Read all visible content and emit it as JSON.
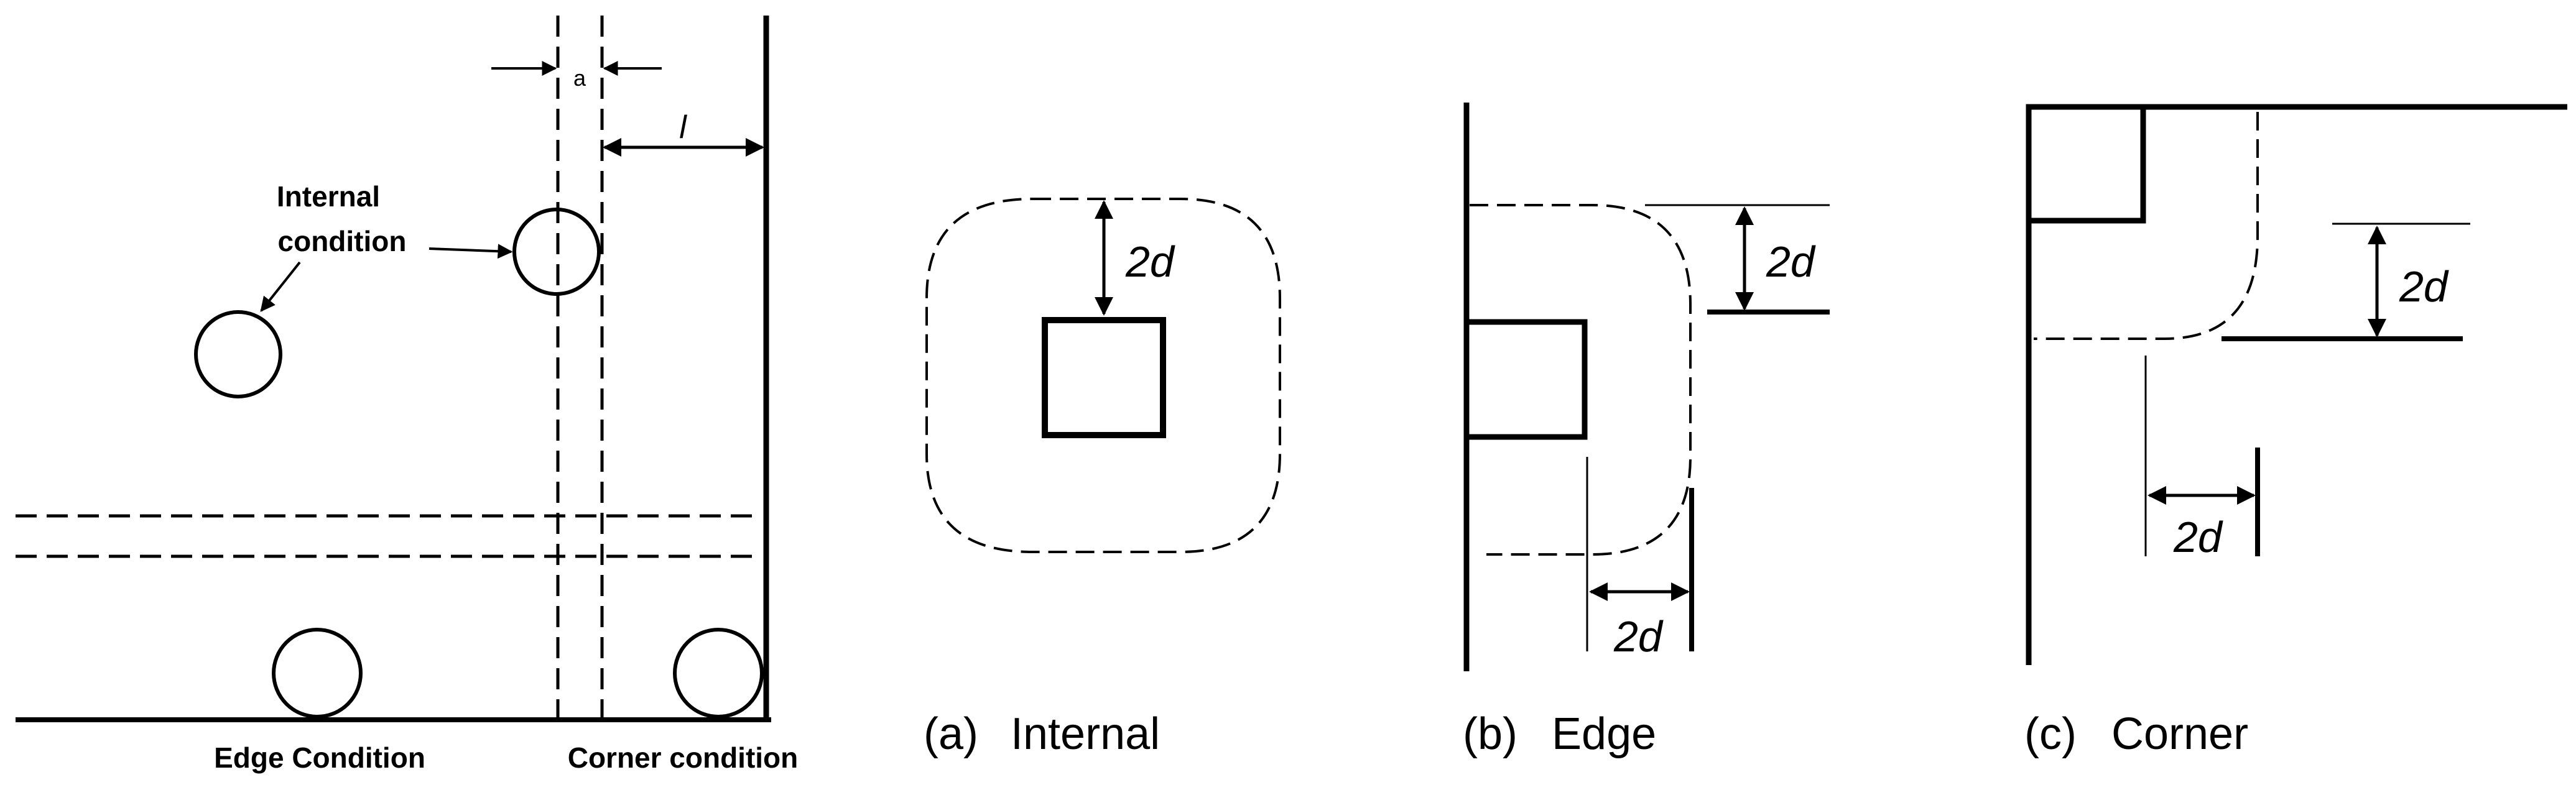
{
  "figure_left": {
    "dimension_a": "a",
    "dimension_l": "l",
    "internal_label_line1": "Internal",
    "internal_label_line2": "condition",
    "edge_label": "Edge Condition",
    "corner_label": "Corner condition"
  },
  "panel_a": {
    "dimension": "2d",
    "tag": "(a)",
    "caption": "Internal"
  },
  "panel_b": {
    "dimension_vertical": "2d",
    "dimension_horizontal": "2d",
    "tag": "(b)",
    "caption": "Edge"
  },
  "panel_c": {
    "dimension_vertical": "2d",
    "dimension_horizontal": "2d",
    "tag": "(c)",
    "caption": "Corner"
  },
  "colors": {
    "line": "#000000",
    "background": "#ffffff"
  }
}
